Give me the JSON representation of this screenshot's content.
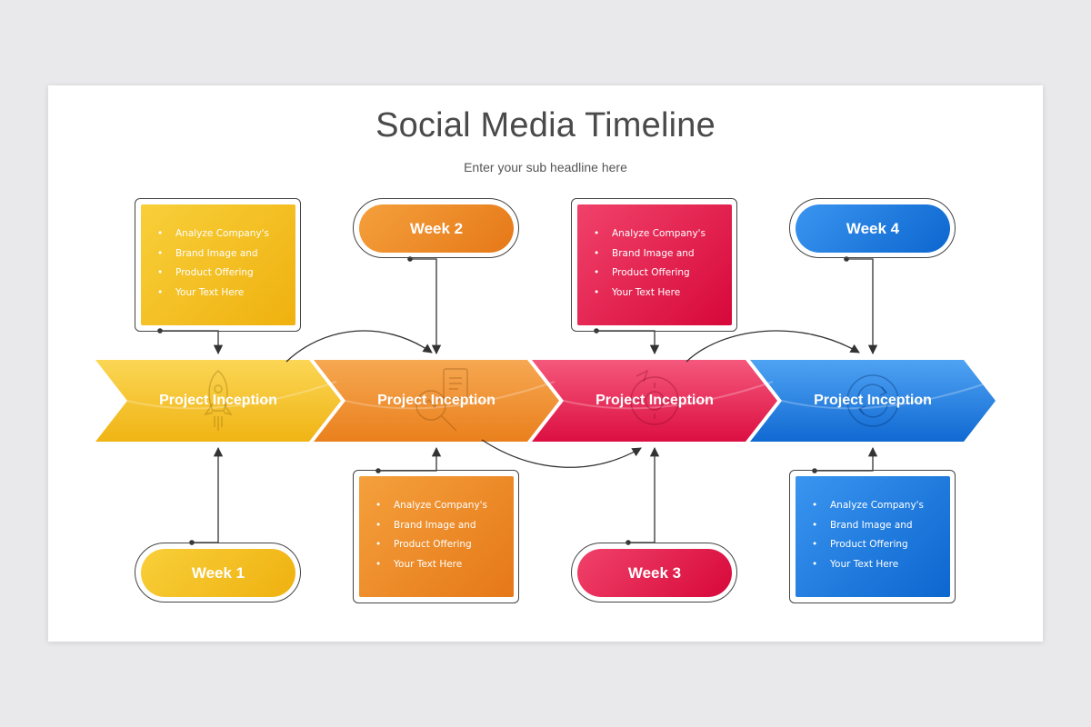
{
  "title": "Social Media Timeline",
  "subtitle": "Enter your sub headline here",
  "stages": [
    {
      "label": "Project Inception",
      "icon": "rocket-icon",
      "color": "#f5c22a"
    },
    {
      "label": "Project Inception",
      "icon": "research-clipboard-icon",
      "color": "#f08c2a"
    },
    {
      "label": "Project Inception",
      "icon": "gear-cycle-icon",
      "color": "#e8204f"
    },
    {
      "label": "Project Inception",
      "icon": "refresh-cycle-icon",
      "color": "#2a86e6"
    }
  ],
  "weeks": [
    "Week 1",
    "Week 2",
    "Week 3",
    "Week 4"
  ],
  "boxes": [
    {
      "bullets": [
        "Analyze Company's",
        "Brand Image and",
        "Product Offering",
        "Your Text Here"
      ]
    },
    {
      "bullets": [
        "Analyze Company's",
        "Brand Image and",
        "Product Offering",
        "Your Text Here"
      ]
    },
    {
      "bullets": [
        "Analyze Company's",
        "Brand Image and",
        "Product Offering",
        "Your Text Here"
      ]
    },
    {
      "bullets": [
        "Analyze Company's",
        "Brand Image and",
        "Product Offering",
        "Your Text Here"
      ]
    }
  ]
}
